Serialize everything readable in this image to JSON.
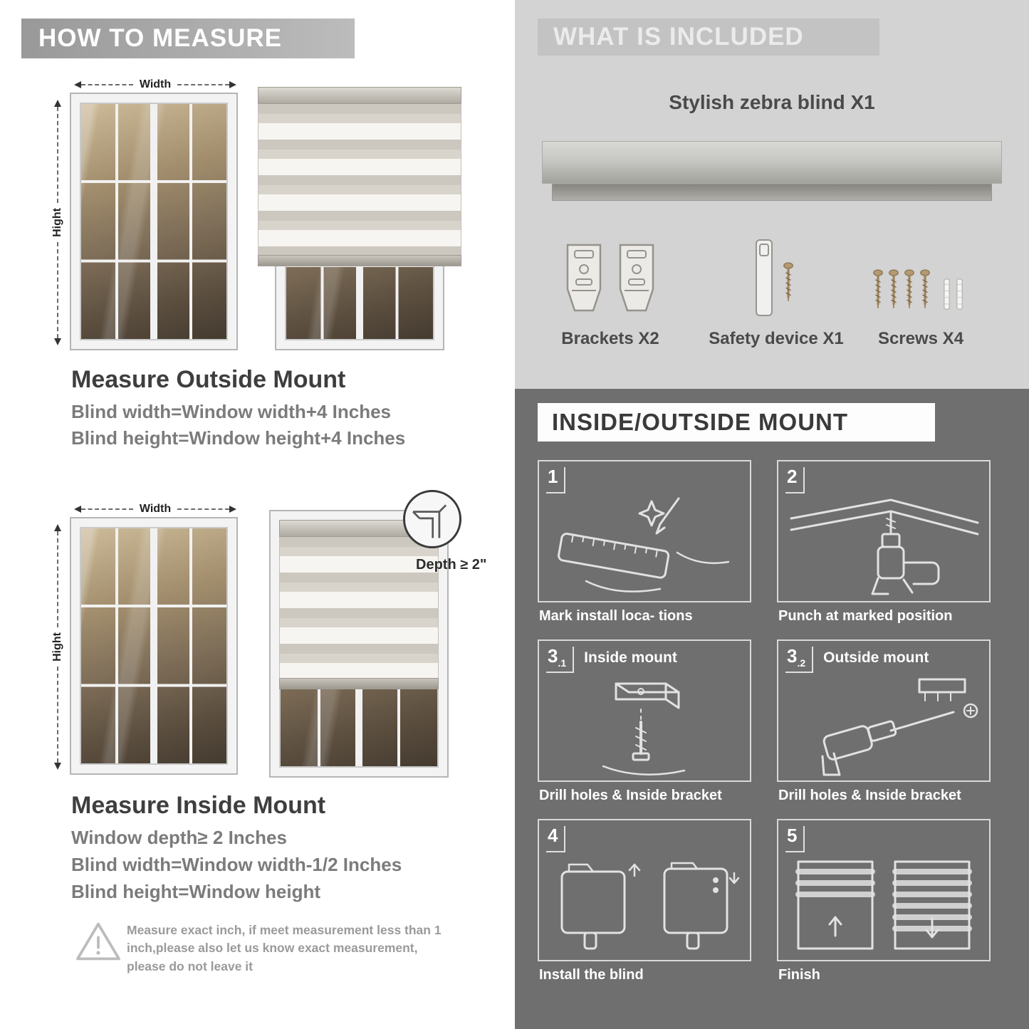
{
  "measure": {
    "header": "HOW TO MEASURE",
    "width_label": "Width",
    "height_label": "Hight",
    "outside": {
      "title": "Measure Outside Mount",
      "lines": [
        "Blind width=Window width+4 Inches",
        "Blind height=Window height+4 Inches"
      ]
    },
    "inside": {
      "title": "Measure Inside Mount",
      "depth_label": "Depth ≥ 2\"",
      "lines": [
        "Window depth≥ 2 Inches",
        "Blind width=Window width-1/2 Inches",
        "Blind height=Window height"
      ]
    },
    "note": "Measure exact inch, if meet measurement less than 1 inch,please also let us know exact measurement, please do not leave it"
  },
  "included": {
    "header": "WHAT IS INCLUDED",
    "blind_label": "Stylish zebra blind X1",
    "items": [
      {
        "label": "Brackets X2"
      },
      {
        "label": "Safety device X1"
      },
      {
        "label": "Screws X4"
      }
    ]
  },
  "mount": {
    "header": "INSIDE/OUTSIDE MOUNT",
    "steps": [
      {
        "num": "1",
        "sub": "",
        "title": "",
        "caption": "Mark install loca- tions"
      },
      {
        "num": "2",
        "sub": "",
        "title": "",
        "caption": "Punch at marked position"
      },
      {
        "num": "3",
        "sub": ".1",
        "title": "Inside mount",
        "caption": "Drill holes & Inside bracket"
      },
      {
        "num": "3",
        "sub": ".2",
        "title": "Outside mount",
        "caption": "Drill holes & Inside bracket"
      },
      {
        "num": "4",
        "sub": "",
        "title": "",
        "caption": "Install the blind"
      },
      {
        "num": "5",
        "sub": "",
        "title": "",
        "caption": "Finish"
      }
    ]
  },
  "colors": {
    "accent_gray": "#a6a6a6",
    "included_bg": "#d3d3d3",
    "dark_bg": "#6f6f6f"
  }
}
